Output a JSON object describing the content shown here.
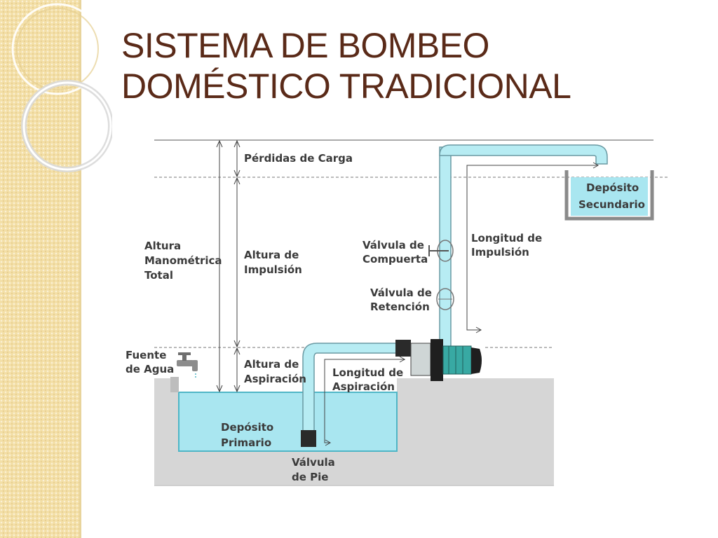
{
  "slide": {
    "title_line1": "SISTEMA DE BOMBEO",
    "title_line2": "DOMÉSTICO TRADICIONAL"
  },
  "diagram": {
    "labels": {
      "perdidas_carga": "Pérdidas de Carga",
      "altura_manometrica": [
        "Altura",
        "Manométrica",
        "Total"
      ],
      "altura_impulsion": [
        "Altura de",
        "Impulsión"
      ],
      "altura_aspiracion": [
        "Altura de",
        "Aspiración"
      ],
      "fuente_agua": [
        "Fuente",
        "de Agua"
      ],
      "deposito_secundario": [
        "Depósito",
        "Secundario"
      ],
      "deposito_primario": [
        "Depósito",
        "Primario"
      ],
      "valvula_compuerta": [
        "Válvula de",
        "Compuerta"
      ],
      "valvula_retencion": [
        "Válvula de",
        "Retención"
      ],
      "longitud_impulsion": [
        "Longitud de",
        "Impulsión"
      ],
      "longitud_aspiracion": [
        "Longitud de",
        "Aspiración"
      ],
      "valvula_pie": [
        "Válvula",
        "de Pie"
      ]
    },
    "colors": {
      "water": "#a9e6f0",
      "water_stroke": "#4fb6c6",
      "ground": "#d6d6d6",
      "pipe": "#b7ecf3",
      "pump_motor": "#38a9a3",
      "label": "#3b3b3b",
      "title": "#5a2a18"
    }
  }
}
